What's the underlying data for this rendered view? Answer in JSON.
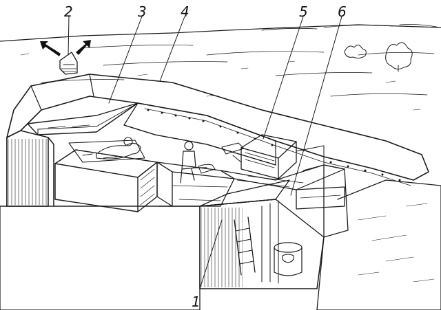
{
  "figure": {
    "callouts": [
      {
        "id": "1",
        "label": "1"
      },
      {
        "id": "2",
        "label": "2"
      },
      {
        "id": "3",
        "label": "3"
      },
      {
        "id": "4",
        "label": "4"
      },
      {
        "id": "5",
        "label": "5"
      },
      {
        "id": "6",
        "label": "6"
      }
    ],
    "colors": {
      "ink": "#1a1a1a",
      "paper": "#ffffff",
      "earth_fill": "#f2f2f2"
    }
  }
}
